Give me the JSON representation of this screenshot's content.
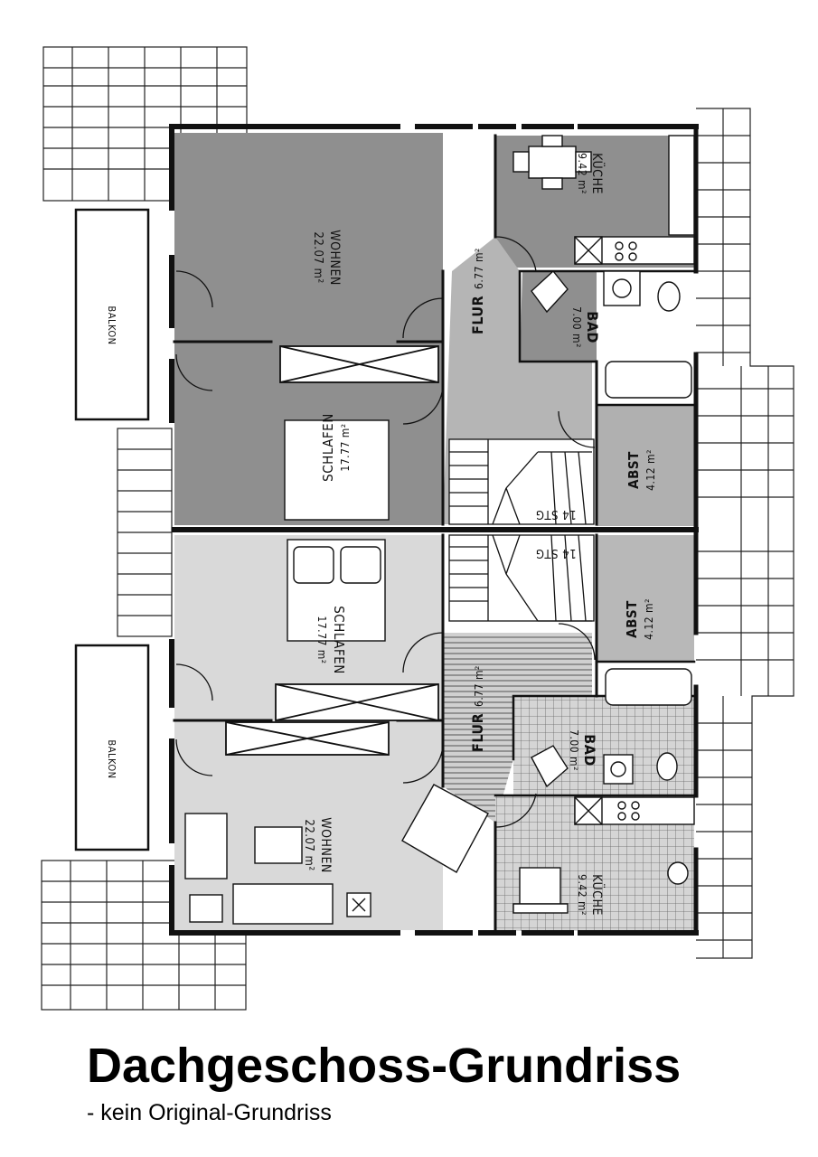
{
  "title": "Dachgeschoss-Grundriss",
  "subtitle": "- kein Original-Grundriss",
  "upper_unit": {
    "wohnen": {
      "name": "WOHNEN",
      "area": "22.07 m²"
    },
    "kueche": {
      "name": "KÜCHE",
      "area": "9.42 m²"
    },
    "bad": {
      "name": "BAD",
      "area": "7.00 m²"
    },
    "flur": {
      "name": "FLUR",
      "area": "6.77 m²"
    },
    "schlafen": {
      "name": "SCHLAFEN",
      "area": "17.77 m²"
    },
    "abst": {
      "name": "ABST",
      "area": "4.12 m²"
    },
    "balkon": {
      "name": "BALKON"
    },
    "stair": {
      "label": "14 STG"
    }
  },
  "lower_unit": {
    "wohnen": {
      "name": "WOHNEN",
      "area": "22.07 m²"
    },
    "kueche": {
      "name": "KÜCHE",
      "area": "9.42 m²"
    },
    "bad": {
      "name": "BAD",
      "area": "7.00 m²"
    },
    "flur": {
      "name": "FLUR",
      "area": "6.77 m²"
    },
    "schlafen": {
      "name": "SCHLAFEN",
      "area": "17.77 m²"
    },
    "abst": {
      "name": "ABST",
      "area": "4.12 m²"
    },
    "balkon": {
      "name": "BALKON"
    },
    "stair": {
      "label": "14 STG"
    }
  },
  "colors": {
    "upper_fill": "#8f8f8f",
    "flur_fill": "#b5b5b5",
    "lower_fill": "#d9d9d9",
    "wall": "#111111"
  }
}
